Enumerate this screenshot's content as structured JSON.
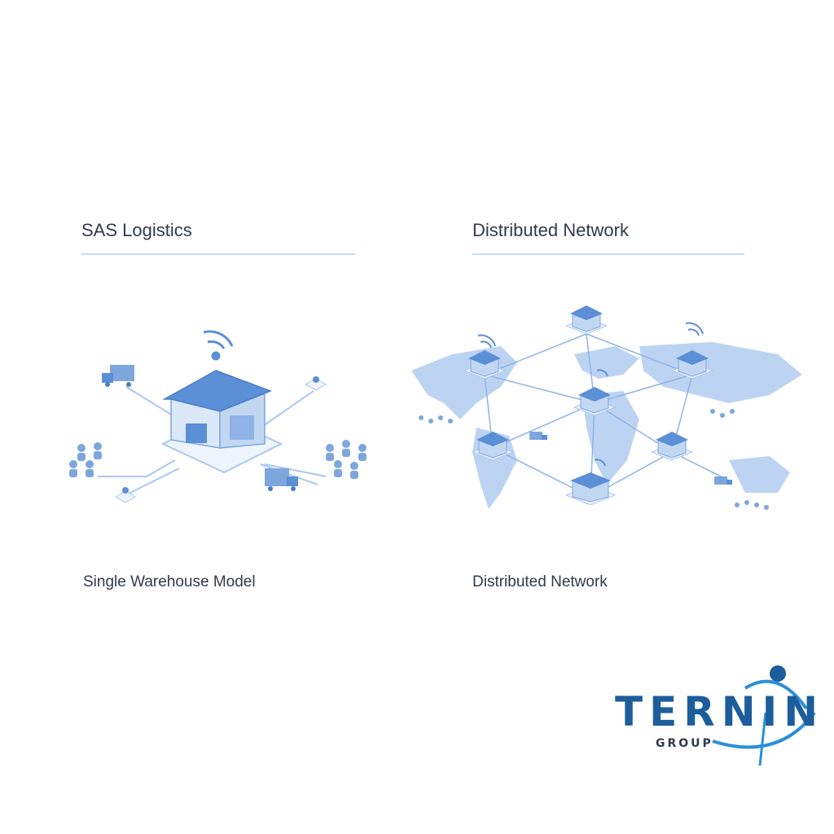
{
  "left_panel": {
    "title": "SAS Logistics",
    "caption": "Single Warehouse Model"
  },
  "right_panel": {
    "title": "Distributed Network",
    "caption": "Distributed Network"
  },
  "logo": {
    "text": "TERNIN",
    "sub": "GROUP"
  },
  "colors": {
    "accent": "#5b8fd6",
    "accent_light": "#a9c8ee",
    "map": "#bcd4f2",
    "text": "#2f3b4c",
    "divider": "#c9ddf3",
    "logo_blue": "#1d5d9b"
  },
  "icons": [
    "warehouse-icon",
    "truck-icon",
    "person-icon",
    "wifi-signal-icon",
    "world-map-icon"
  ]
}
